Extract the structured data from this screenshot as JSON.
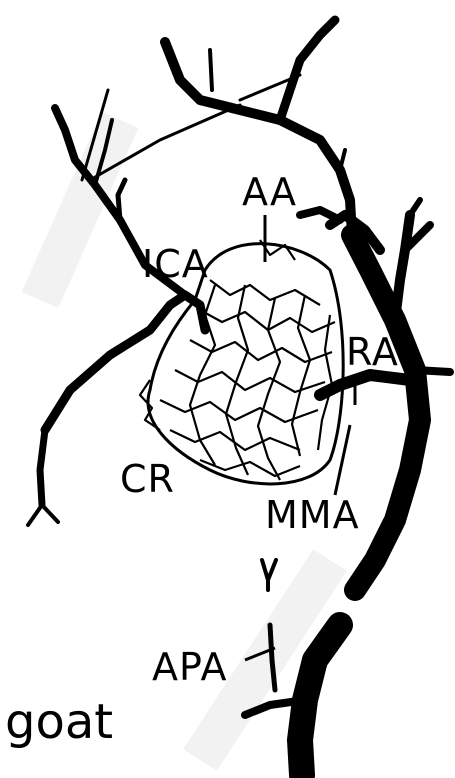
{
  "labels": {
    "aa": "AA",
    "ica": "ICA",
    "ra": "RA",
    "cr": "CR",
    "mma": "MMA",
    "apa": "APA"
  },
  "species": "goat",
  "colors": {
    "ink": "#000000",
    "background": "#ffffff"
  }
}
